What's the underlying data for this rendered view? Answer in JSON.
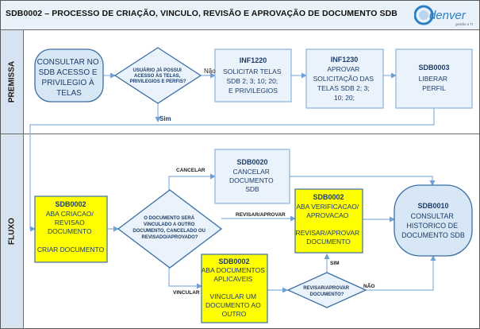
{
  "title": "SDB0002 – PROCESSO DE CRIAÇÃO, VINCULO, REVISÃO E APROVAÇÃO DE DOCUMENTO SDB",
  "logo": {
    "text": "denver",
    "tagline": "gestão e TI"
  },
  "lanes": {
    "premissa": "PREMISSA",
    "fluxo": "FLUXO"
  },
  "nodes": {
    "consultar": [
      "CONSULTAR NO",
      "SDB ACESSO E",
      "PRIVILEGIO À",
      "TELAS"
    ],
    "dec_acesso": [
      "USUÁRIO JÁ POSSUI",
      "ACESSO ÀS TELAS,",
      "PRIVILEGIOS E PERFIS?"
    ],
    "inf1220_code": "INF1220",
    "inf1220": [
      "SOLICITAR TELAS",
      "SDB 2; 3; 10; 20;",
      "E PRIVILEGIOS"
    ],
    "inf1230_code": "INF1230",
    "inf1230": [
      "APROVAR",
      "SOLICITAÇÃO DAS",
      "TELAS SDB 2; 3;",
      "10; 20;"
    ],
    "sdb0003_code": "SDB0003",
    "sdb0003": [
      "LIBERAR",
      "PERFIL"
    ],
    "sdb0002a_code": "SDB0002",
    "sdb0002a": [
      "ABA CRIACAO/",
      "REVISAO",
      "DOCUMENTO",
      "",
      "CRIAR DOCUMENTO"
    ],
    "sdb0020_code": "SDB0020",
    "sdb0020": [
      "CANCELAR",
      "DOCUMENTO",
      "SDB"
    ],
    "dec_doc": [
      "O DOCUMENTO SERÁ",
      "VINCULADO A OUTRO",
      "DOCUMENTO, CANCELADO OU",
      "REVISADO/APROVADO?"
    ],
    "sdb0002b_code": "SDB0002",
    "sdb0002b": [
      "ABA VERIFICACAO/",
      "APROVACAO",
      "",
      "REVISAR/APROVAR",
      "DOCUMENTO"
    ],
    "sdb0010_code": "SDB0010",
    "sdb0010": [
      "CONSULTAR",
      "HISTORICO DE",
      "DOCUMENTO SDB"
    ],
    "sdb0002c_code": "SDB0002",
    "sdb0002c": [
      "ABA DOCUMENTOS",
      "APLICAVEIS",
      "",
      "VINCULAR UM",
      "DOCUMENTO AO",
      "OUTRO"
    ],
    "dec_rev": [
      "REVISAR/APROVAR",
      "DOCUMENTO?"
    ]
  },
  "edges": {
    "nao1": "Não",
    "sim1": "Sim",
    "cancelar": "CANCELAR",
    "revisar": "REVISAR/APROVAR",
    "vincular": "VINCULAR",
    "sim2": "SIM",
    "nao2": "NÃO"
  },
  "colors": {
    "process_fill": "#eaf3fc",
    "rounded_fill": "#d7e7f6",
    "highlight_fill": "#ffff00",
    "stroke": "#3a6ea5",
    "connector": "#8bb2dc",
    "lane_label_fill": "#d8e3f1",
    "header_fill": "#e9f1fa"
  }
}
